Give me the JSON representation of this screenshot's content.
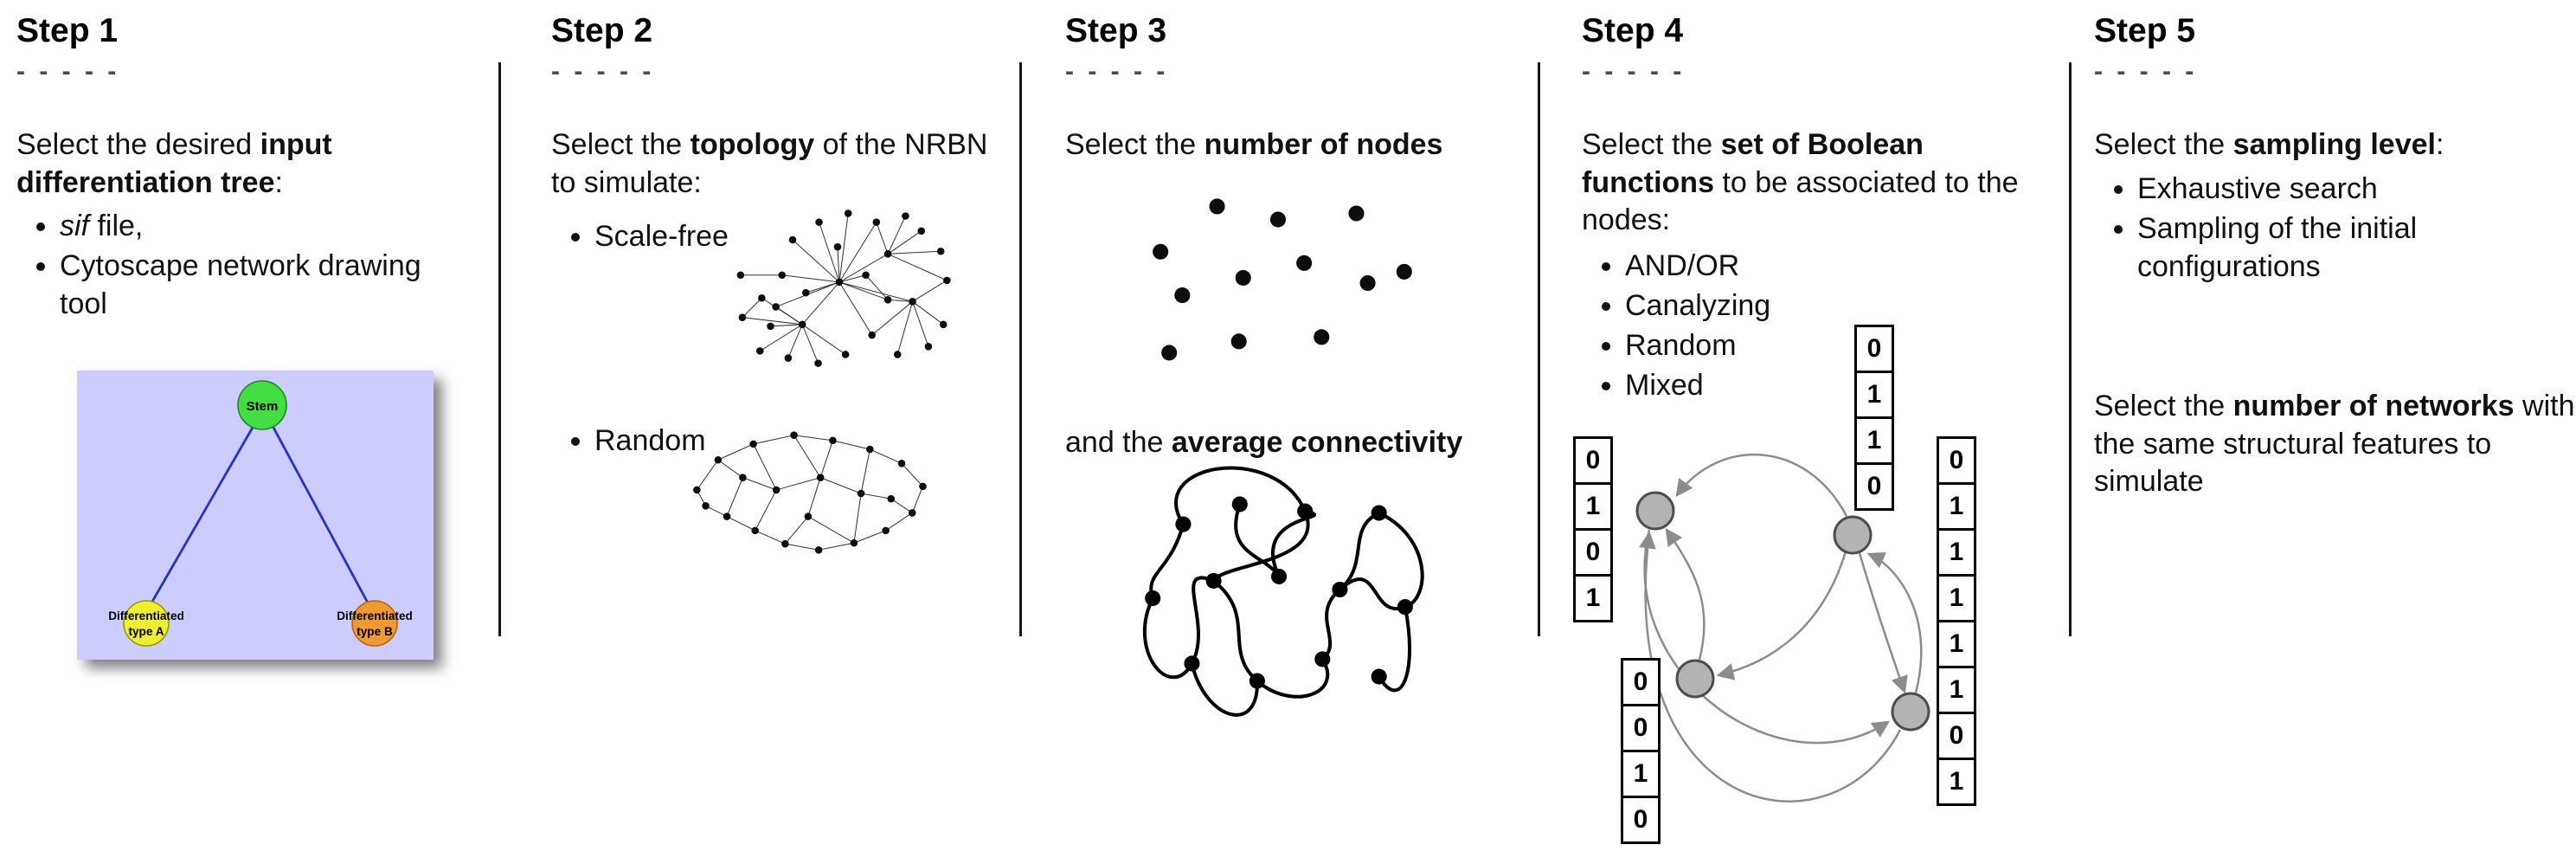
{
  "steps": [
    {
      "title": "Step 1",
      "dashes": "- - - - -",
      "intro": {
        "pre": "Select the desired ",
        "bold": "input differentiation tree",
        "post": ":"
      },
      "bullets": [
        {
          "italic": "sif",
          "rest": " file,"
        },
        {
          "text": "Cytoscape network drawing tool"
        }
      ],
      "tree": {
        "background": "#ccccff",
        "edge_color": "#2233cc",
        "nodes": [
          {
            "label": "Stem",
            "color": "#44dd44"
          },
          {
            "label_line1": "Differentiated",
            "label_line2": "type A",
            "color": "#eeee33"
          },
          {
            "label_line1": "Differentiated",
            "label_line2": "type B",
            "color": "#ee9933"
          }
        ]
      }
    },
    {
      "title": "Step 2",
      "dashes": "- - - - -",
      "intro": {
        "pre": "Select the ",
        "bold": "topology",
        "post": " of the NRBN to simulate:"
      },
      "bullets": [
        {
          "text": "Scale-free"
        },
        {
          "text": "Random"
        }
      ]
    },
    {
      "title": "Step 3",
      "dashes": "- - - - -",
      "intro": {
        "pre": "Select the ",
        "bold": "number of nodes",
        "post": ""
      },
      "second": {
        "pre": "and the ",
        "bold": "average connectivity",
        "post": ""
      }
    },
    {
      "title": "Step 4",
      "dashes": "- - - - -",
      "intro": {
        "pre": "Select the ",
        "bold": "set of Boolean functions",
        "post": " to be associated to the nodes:"
      },
      "bullets": [
        {
          "text": "AND/OR"
        },
        {
          "text": "Canalyzing"
        },
        {
          "text": "Random"
        },
        {
          "text": "Mixed"
        }
      ],
      "boolean_network": {
        "node_color": "#b3b3b3",
        "node_stroke": "#4d4d4d",
        "edge_color": "#8c8c8c"
      },
      "truth_tables": {
        "left": [
          "0",
          "1",
          "0",
          "1"
        ],
        "top": [
          "0",
          "1",
          "1",
          "0"
        ],
        "bottom_left": [
          "0",
          "0",
          "1",
          "0"
        ],
        "right": [
          "0",
          "1",
          "1",
          "1",
          "1",
          "1",
          "0",
          "1"
        ]
      }
    },
    {
      "title": "Step 5",
      "dashes": "- - - - -",
      "intro": {
        "pre": "Select the ",
        "bold": "sampling level",
        "post": ":"
      },
      "bullets": [
        {
          "text": "Exhaustive search"
        },
        {
          "text": "Sampling of the initial configurations"
        }
      ],
      "second": {
        "pre": "Select the ",
        "bold": "number of networks",
        "post": " with the same structural features to simulate"
      }
    }
  ]
}
